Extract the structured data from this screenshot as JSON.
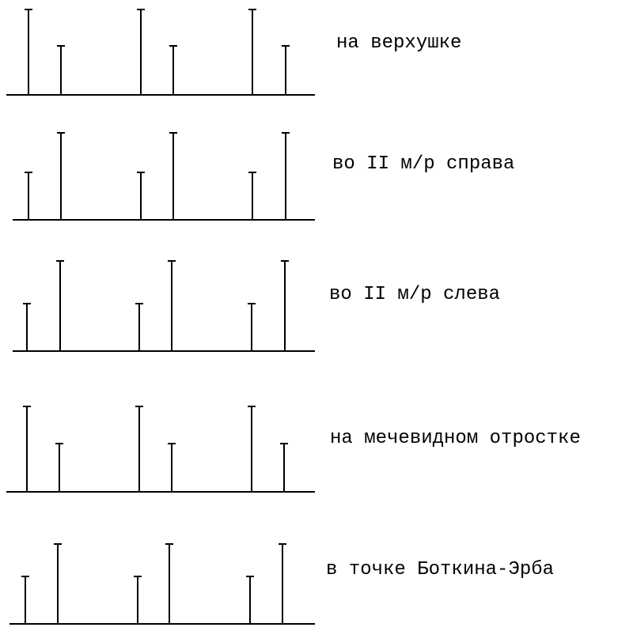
{
  "rows": [
    {
      "label": "на верхушке",
      "pattern": [
        "tall",
        "short",
        "tall",
        "short",
        "tall",
        "short"
      ]
    },
    {
      "label": "во II м/р справа",
      "pattern": [
        "short",
        "tall",
        "short",
        "tall",
        "short",
        "tall"
      ]
    },
    {
      "label": "во II м/р слева",
      "pattern": [
        "short",
        "tall",
        "short",
        "tall",
        "short",
        "tall"
      ]
    },
    {
      "label": "на мечевидном отростке",
      "pattern": [
        "tall",
        "short",
        "tall",
        "short",
        "tall",
        "short"
      ]
    },
    {
      "label": "в точке Боткина-Эрба",
      "pattern": [
        "short",
        "tall",
        "short",
        "tall",
        "short",
        "tall"
      ]
    }
  ]
}
